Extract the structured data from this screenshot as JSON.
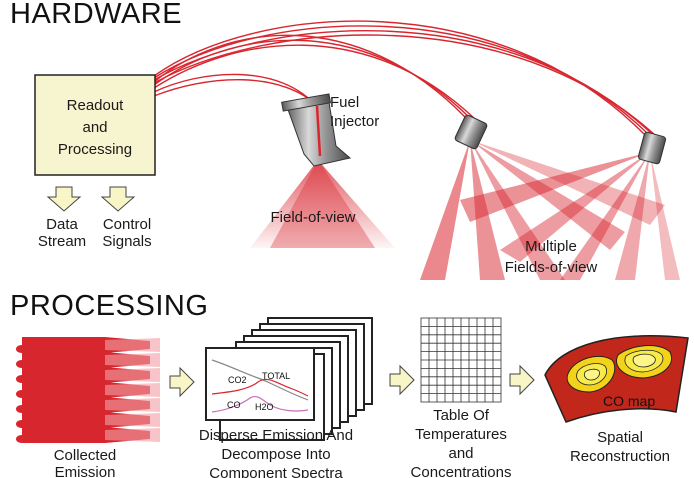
{
  "hardware": {
    "section_title": "HARDWARE",
    "readout_box": {
      "lines": [
        "Readout",
        "and",
        "Processing"
      ]
    },
    "outputs": [
      {
        "lines": [
          "Data",
          "Stream"
        ]
      },
      {
        "lines": [
          "Control",
          "Signals"
        ]
      }
    ],
    "injector": {
      "lines": [
        "Fuel",
        "Injector"
      ]
    },
    "fov_single": "Field-of-view",
    "fov_multi": {
      "lines": [
        "Multiple",
        "Fields-of-view"
      ]
    }
  },
  "processing": {
    "section_title": "PROCESSING",
    "stages": [
      {
        "lines": [
          "Collected",
          "Emission"
        ]
      },
      {
        "lines": [
          "Disperse Emission And",
          "Decompose Into",
          "Component Spectra"
        ]
      },
      {
        "lines": [
          "Table Of",
          "Temperatures",
          "and",
          "Concentrations"
        ]
      },
      {
        "lines": [
          "Spatial",
          "Reconstruction"
        ]
      }
    ],
    "spectrum_labels": {
      "co2": "CO2",
      "total": "TOTAL",
      "co": "CO",
      "h2o": "H2O"
    },
    "map_label": "CO map"
  },
  "colors": {
    "fiber": "#d8262f",
    "fiber_light": "#f2a0a6",
    "box_fill": "#f7f5cf",
    "arrow_fill": "#f8f5c6",
    "map_outer": "#c1271b",
    "map_ring": "#f2d21a",
    "map_core": "#fdf58a"
  }
}
